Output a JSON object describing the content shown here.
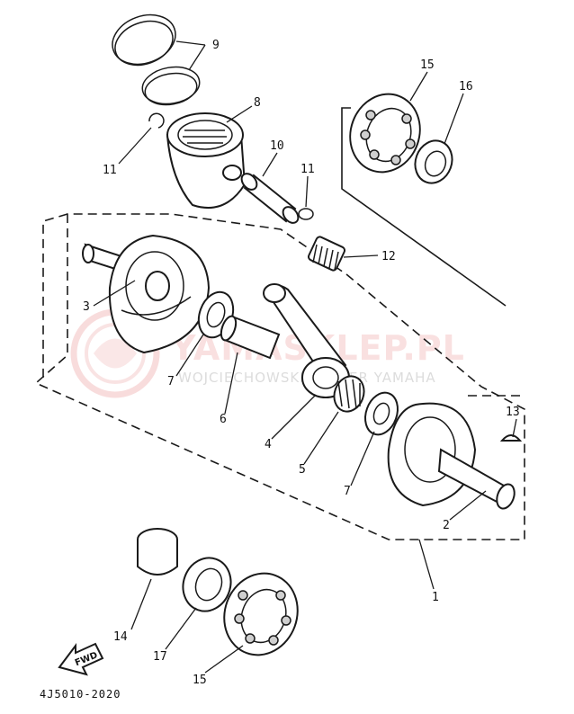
{
  "diagram": {
    "callouts": {
      "c1": "1",
      "c2": "2",
      "c3": "3",
      "c4": "4",
      "c5": "5",
      "c6": "6",
      "c7a": "7",
      "c7b": "7",
      "c8": "8",
      "c9": "9",
      "c10": "10",
      "c11a": "11",
      "c11b": "11",
      "c12": "12",
      "c13": "13",
      "c14": "14",
      "c15a": "15",
      "c15b": "15",
      "c16": "16",
      "c17": "17"
    },
    "code": "4J5010-2020",
    "fwd": "FWD"
  },
  "watermark": {
    "brand": "YAMASKLEP.PL",
    "tagline": "WOJCIECHOWSKI DEALER YAMAHA",
    "color": "#d73c3c"
  }
}
